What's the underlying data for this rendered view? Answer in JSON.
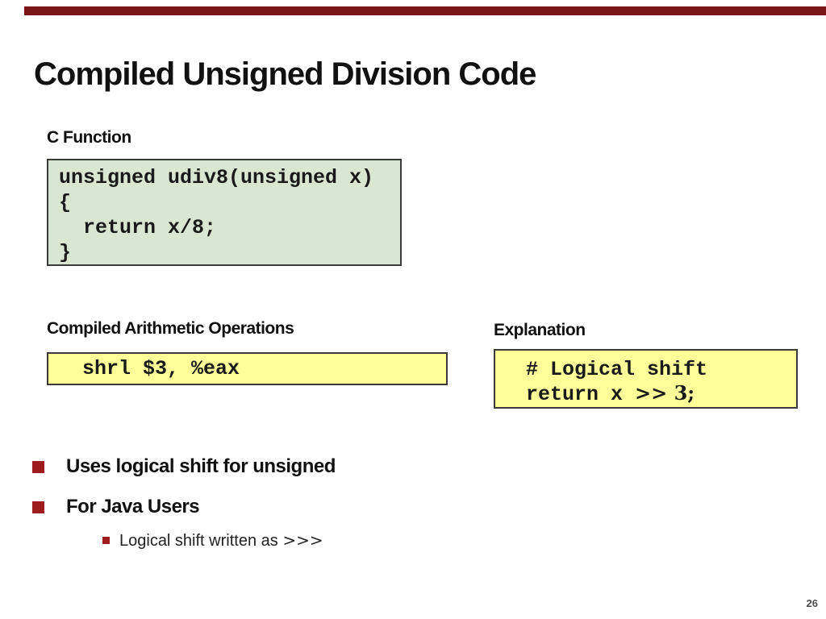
{
  "slide": {
    "title": "Compiled Unsigned Division Code",
    "page_number": "26",
    "accent_color": "#7a1416",
    "bullet_color": "#9e1b1e"
  },
  "c_function": {
    "label": "C Function",
    "box_color": "#d9e7d2",
    "code_lines": [
      "unsigned udiv8(unsigned x)",
      "{",
      "  return x/8;",
      "}"
    ]
  },
  "compiled_ops": {
    "label": "Compiled Arithmetic Operations",
    "box_color": "#ffff99",
    "code": "shrl $3, %eax"
  },
  "explanation": {
    "label": "Explanation",
    "box_color": "#ffff99",
    "code_line1": "# Logical shift",
    "code_line2_prefix": "return x ",
    "code_line2_op": ">> 3;"
  },
  "bullets": {
    "item1": "Uses logical shift for unsigned",
    "item2": "For Java Users",
    "sub_item_prefix": "Logical shift written as ",
    "sub_item_op": ">>>"
  }
}
